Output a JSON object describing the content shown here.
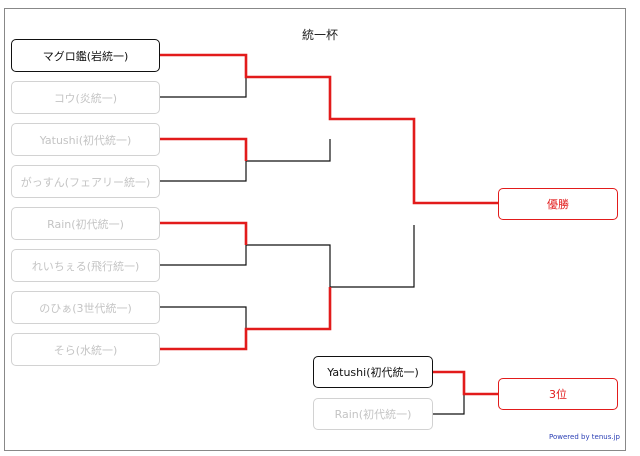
{
  "title": "統一杯",
  "round1": [
    {
      "name": "マグロ鑑(岩統一)",
      "state": "winner"
    },
    {
      "name": "コウ(炎統一)",
      "state": "loser"
    },
    {
      "name": "Yatushi(初代統一)",
      "state": "loser"
    },
    {
      "name": "がっすん(フェアリー統一)",
      "state": "loser"
    },
    {
      "name": "Rain(初代統一)",
      "state": "loser"
    },
    {
      "name": "れいちぇる(飛行統一)",
      "state": "loser"
    },
    {
      "name": "のひぁ(3世代統一)",
      "state": "loser"
    },
    {
      "name": "そら(水統一)",
      "state": "loser"
    }
  ],
  "champion_label": "優勝",
  "third_place": {
    "players": [
      {
        "name": "Yatushi(初代統一)",
        "state": "winner"
      },
      {
        "name": "Rain(初代統一)",
        "state": "loser"
      }
    ],
    "label": "3位"
  },
  "powered_by": "Powered by tenus.jp",
  "colors": {
    "advance_line": "#e21b1b",
    "normal_line": "#111111",
    "dim_border": "#d2d2d2",
    "dim_text": "#c4c4c4"
  }
}
